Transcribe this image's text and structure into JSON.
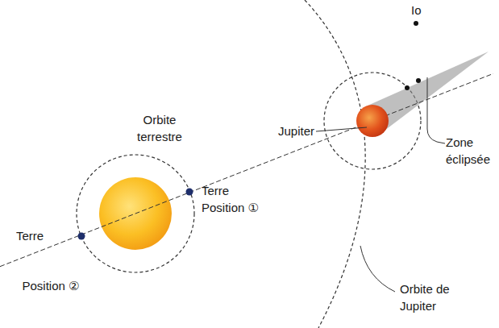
{
  "diagram": {
    "labels": [
      "Io",
      "Jupiter",
      "Zone éclipsée",
      "Orbite terrestre",
      "Terre Position ①",
      "Terre",
      "Position ②",
      "Orbite de Jupiter"
    ]
  }
}
